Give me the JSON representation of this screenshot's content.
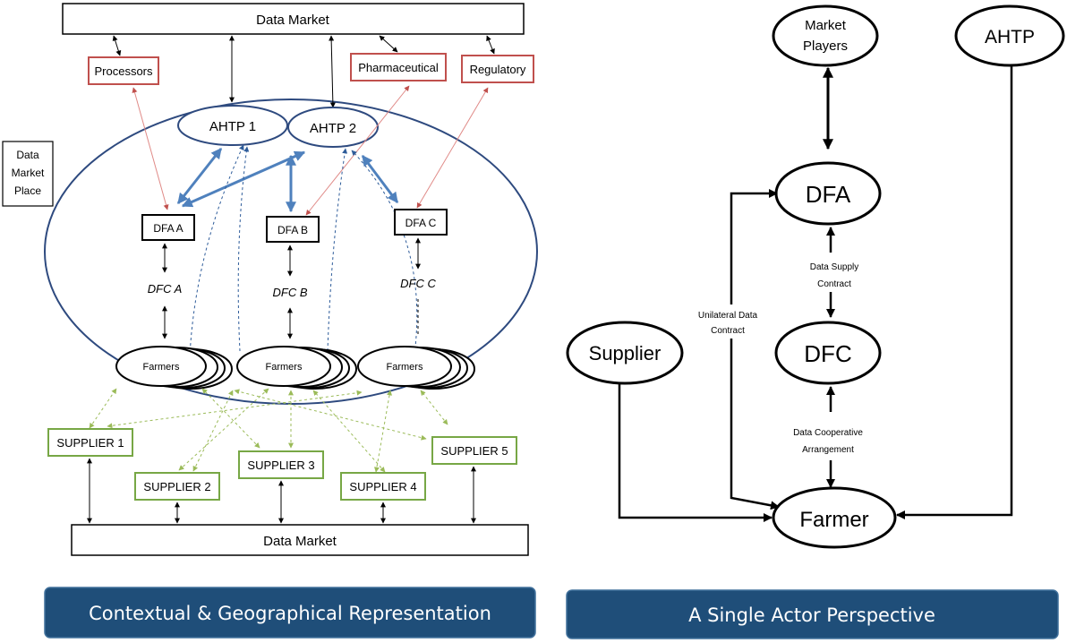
{
  "colors": {
    "market_red": "#c0504d",
    "ahtp_blue": "#4f81bd",
    "oval_navy": "#2e4a7f",
    "supplier_green": "#77a745",
    "green_arrow": "#9bbb59",
    "caption_bg": "#1f4e79"
  },
  "left": {
    "top_market": "Data Market",
    "bottom_market": "Data Market",
    "marketplace_label": [
      "Data",
      "Market",
      "Place"
    ],
    "market_actors": {
      "processors": "Processors",
      "pharmaceutical": "Pharmaceutical",
      "regulatory": "Regulatory"
    },
    "ahtp1": "AHTP 1",
    "ahtp2": "AHTP 2",
    "dfa_a": "DFA A",
    "dfa_b": "DFA B",
    "dfa_c": "DFA C",
    "dfc_a": "DFC A",
    "dfc_b": "DFC B",
    "dfc_c": "DFC C",
    "farmers_a": "Farmers",
    "farmers_b": "Farmers",
    "farmers_c": "Farmers",
    "suppliers": {
      "s1": "SUPPLIER 1",
      "s2": "SUPPLIER 2",
      "s3": "SUPPLIER 3",
      "s4": "SUPPLIER 4",
      "s5": "SUPPLIER 5"
    },
    "caption": "Contextual & Geographical Representation"
  },
  "right": {
    "market_players": [
      "Market",
      "Players"
    ],
    "ahtp": "AHTP",
    "dfa": "DFA",
    "dfc": "DFC",
    "supplier": "Supplier",
    "farmer": "Farmer",
    "data_supply_contract": [
      "Data Supply",
      "Contract"
    ],
    "unilateral_contract": [
      "Unilateral Data",
      "Contract"
    ],
    "coop_arrangement": [
      "Data Cooperative",
      "Arrangement"
    ],
    "caption": "A Single Actor Perspective"
  }
}
